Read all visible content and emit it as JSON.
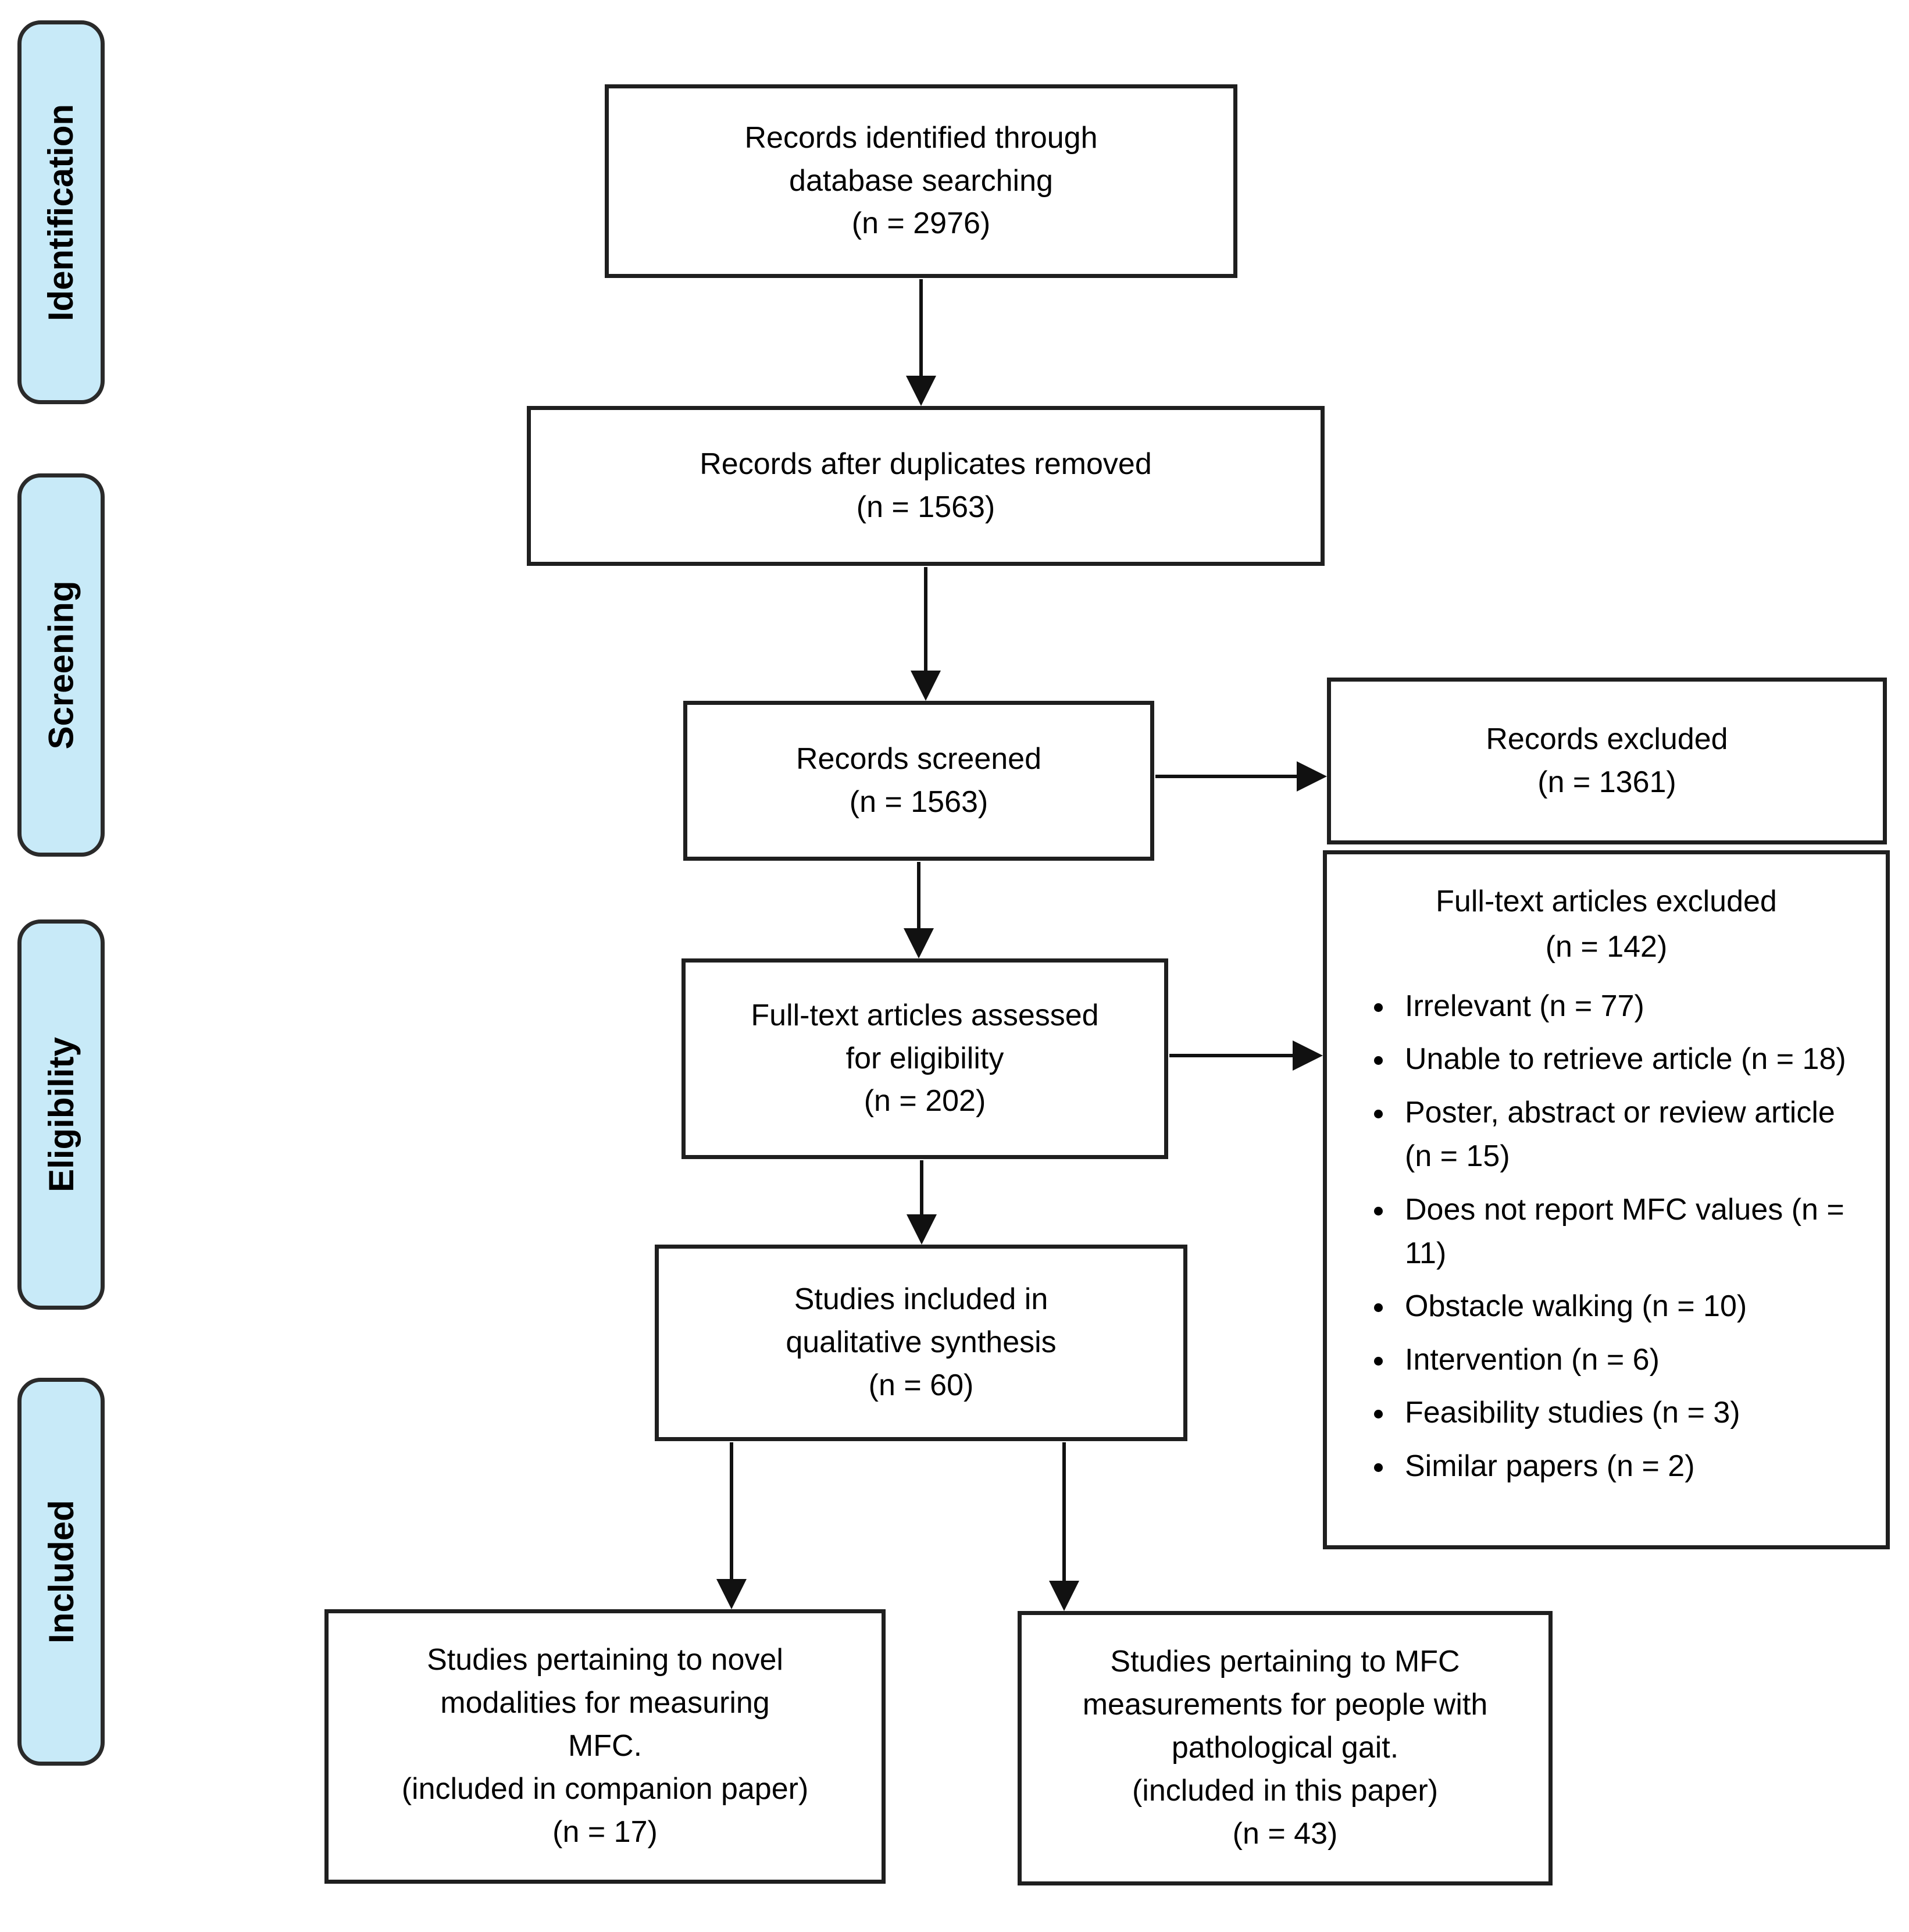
{
  "stages": [
    {
      "label": "Identification"
    },
    {
      "label": "Screening"
    },
    {
      "label": "Eligibility"
    },
    {
      "label": "Included"
    }
  ],
  "flow": {
    "identified": {
      "lines": [
        "Records identified through",
        "database searching",
        "(n = 2976)"
      ]
    },
    "deduplicated": {
      "lines": [
        "Records after duplicates removed",
        "(n = 1563)"
      ]
    },
    "screened": {
      "lines": [
        "Records screened",
        "(n = 1563)"
      ]
    },
    "records_excluded": {
      "lines": [
        "Records excluded",
        "(n = 1361)"
      ]
    },
    "fulltext_assessed": {
      "lines": [
        "Full-text articles assessed",
        "for eligibility",
        "(n = 202)"
      ]
    },
    "fulltext_excluded": {
      "title_lines": [
        "Full-text articles excluded",
        "(n = 142)"
      ],
      "bullets": [
        "Irrelevant (n = 77)",
        "Unable to retrieve article (n = 18)",
        "Poster, abstract or review article (n = 15)",
        "Does not report MFC values (n = 11)",
        "Obstacle walking (n = 10)",
        "Intervention (n = 6)",
        "Feasibility studies (n = 3)",
        "Similar papers (n = 2)"
      ]
    },
    "qualitative": {
      "lines": [
        "Studies included in",
        "qualitative synthesis",
        "(n = 60)"
      ]
    },
    "novel_modalities": {
      "lines": [
        "Studies pertaining to novel",
        "modalities for measuring",
        "MFC.",
        "(included in companion paper)",
        "(n = 17)"
      ]
    },
    "pathological": {
      "lines": [
        "Studies pertaining to MFC",
        "measurements for people with",
        "pathological gait.",
        "(included in this paper)",
        "(n = 43)"
      ]
    }
  },
  "colors": {
    "stage_fill": "#c8eaf8",
    "stage_border": "#2a2a2a",
    "box_border": "#1f1f1f",
    "arrow": "#111111"
  }
}
